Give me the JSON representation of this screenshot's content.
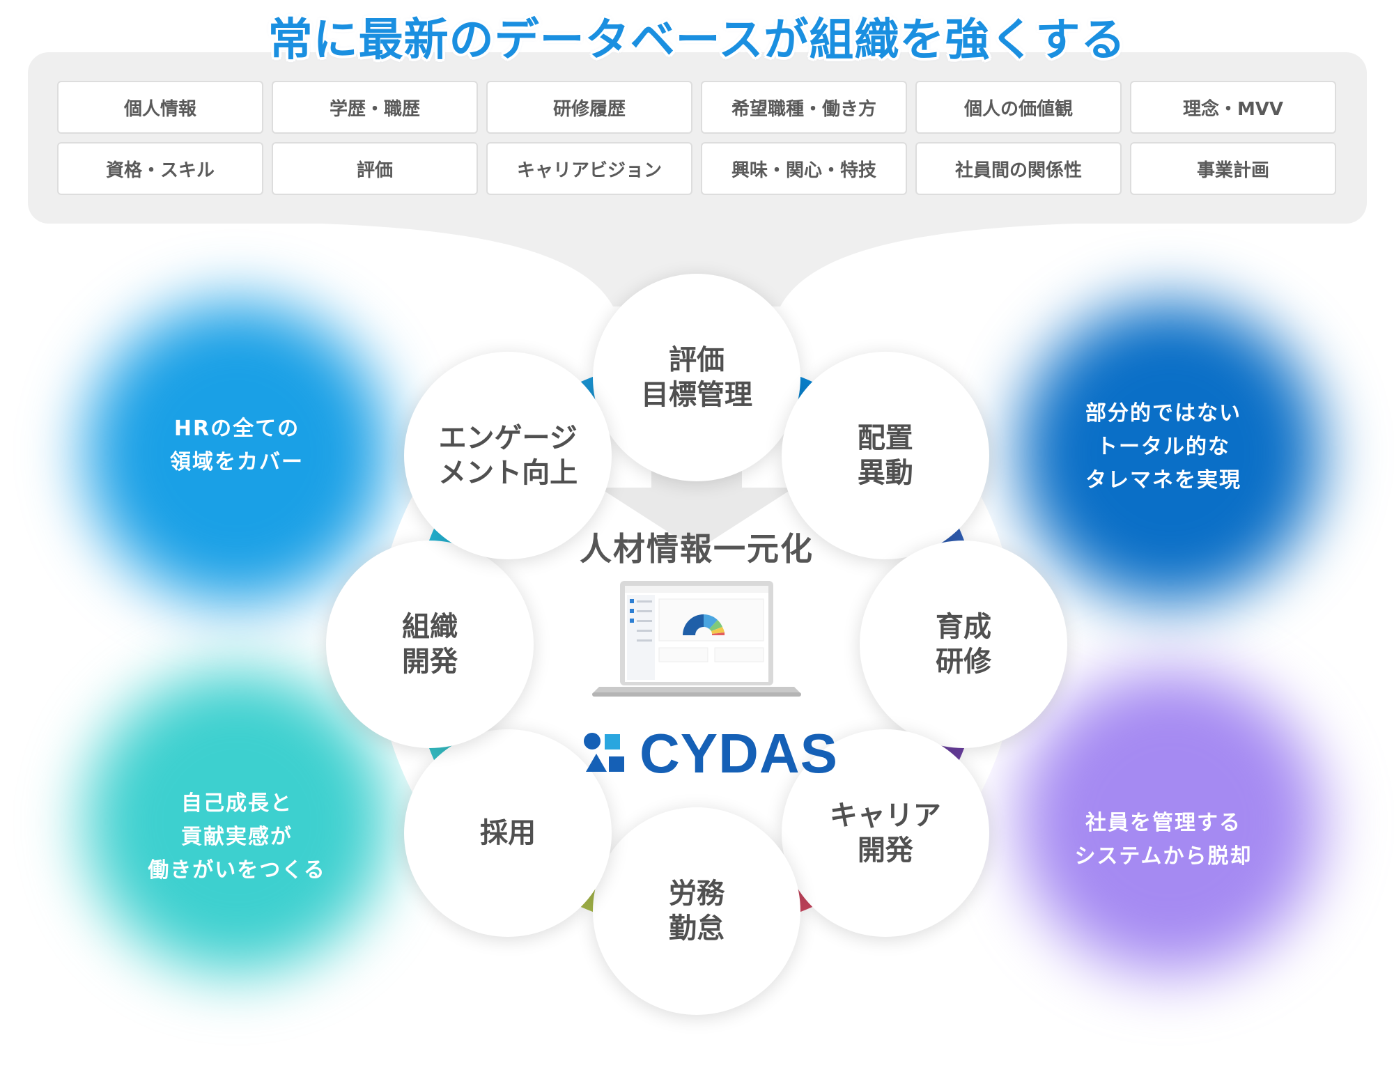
{
  "headline": "常に最新のデータベースが組織を強くする",
  "data_items": [
    "個人情報",
    "学歴・職歴",
    "研修履歴",
    "希望職種・働き方",
    "個人の価値観",
    "理念・MVV",
    "資格・スキル",
    "評価",
    "キャリアビジョン",
    "興味・関心・特技",
    "社員間の関係性",
    "事業計画"
  ],
  "center": {
    "title": "人材情報一元化",
    "logo_text": "CYDAS"
  },
  "nodes": [
    {
      "label": "評価\n目標管理"
    },
    {
      "label": "配置\n異動"
    },
    {
      "label": "育成\n研修"
    },
    {
      "label": "キャリア\n開発"
    },
    {
      "label": "労務\n勤怠"
    },
    {
      "label": "採用"
    },
    {
      "label": "組織\n開発"
    },
    {
      "label": "エンゲージ\nメント向上"
    }
  ],
  "ring_colors": [
    "#0a86d4",
    "#2f5eb5",
    "#6a3fa0",
    "#c9465f",
    "#a7b94a",
    "#35c2c9",
    "#24b6d6",
    "#1a96d6"
  ],
  "benefits": {
    "top_left": "HRの全ての\n領域をカバー",
    "top_right": "部分的ではない\nトータル的な\nタレマネを実現",
    "bottom_left": "自己成長と\n貢献実感が\n働きがいをつくる",
    "bottom_right": "社員を管理する\nシステムから脱却"
  },
  "colors": {
    "headline": "#1a8fe0",
    "logo": "#1560b6",
    "blob_top_left": "#1aa0e6",
    "blob_top_right": "#0a6fc7",
    "blob_bottom_left": "#3dd0cf",
    "blob_bottom_right": "#a58af2"
  }
}
